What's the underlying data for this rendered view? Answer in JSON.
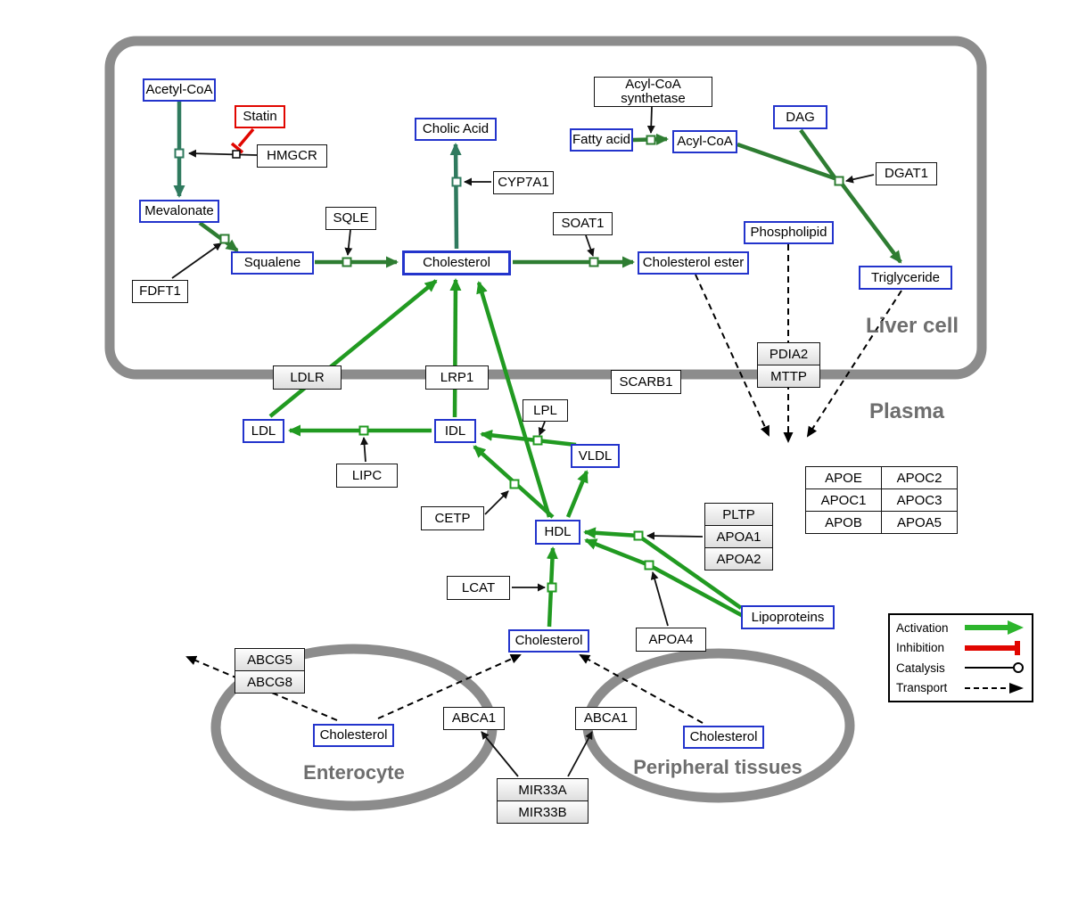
{
  "compartments": {
    "liver": "Liver cell",
    "plasma": "Plasma",
    "enterocyte": "Enterocyte",
    "peripheral": "Peripheral tissues"
  },
  "nodes": {
    "acetyl_coa": "Acetyl-CoA",
    "statin": "Statin",
    "hmgcr": "HMGCR",
    "mevalonate": "Mevalonate",
    "cholic_acid": "Cholic Acid",
    "cyp7a1": "CYP7A1",
    "sqle": "SQLE",
    "squalene": "Squalene",
    "fdft1": "FDFT1",
    "cholesterol_liver": "Cholesterol",
    "soat1": "SOAT1",
    "cholesterol_ester": "Cholesterol ester",
    "acyl_coa_synthetase": "Acyl-CoA synthetase",
    "fatty_acid": "Fatty acid",
    "acyl_coa": "Acyl-CoA",
    "dag": "DAG",
    "dgat1": "DGAT1",
    "phospholipid": "Phospholipid",
    "triglyceride": "Triglyceride",
    "ldlr": "LDLR",
    "lrp1": "LRP1",
    "scarb1": "SCARB1",
    "pdia2": "PDIA2",
    "mttp": "MTTP",
    "ldl": "LDL",
    "idl": "IDL",
    "lpl": "LPL",
    "vldl": "VLDL",
    "lipc": "LIPC",
    "cetp": "CETP",
    "hdl": "HDL",
    "lcat": "LCAT",
    "pltp": "PLTP",
    "apoa1": "APOA1",
    "apoa2": "APOA2",
    "apoa4": "APOA4",
    "lipoproteins": "Lipoproteins",
    "cholesterol_plasma": "Cholesterol",
    "apoe": "APOE",
    "apoc2": "APOC2",
    "apoc1": "APOC1",
    "apoc3": "APOC3",
    "apob": "APOB",
    "apoa5": "APOA5",
    "abcg5": "ABCG5",
    "abcg8": "ABCG8",
    "cholesterol_enterocyte": "Cholesterol",
    "abca1_enterocyte": "ABCA1",
    "abca1_peripheral": "ABCA1",
    "cholesterol_peripheral": "Cholesterol",
    "mir33a": "MIR33A",
    "mir33b": "MIR33B"
  },
  "legend": {
    "activation": "Activation",
    "inhibition": "Inhibition",
    "catalysis": "Catalysis",
    "transport": "Transport"
  },
  "colors": {
    "metabolite_border": "#2334cc",
    "inhibition_red": "#e10600",
    "activation_green": "#2db52d",
    "plasma_green": "#219a21",
    "liver_green": "#2e7d32",
    "teal_green": "#2f7a5e",
    "compartment_gray": "#8c8c8c",
    "label_gray": "#6e6e6e"
  }
}
